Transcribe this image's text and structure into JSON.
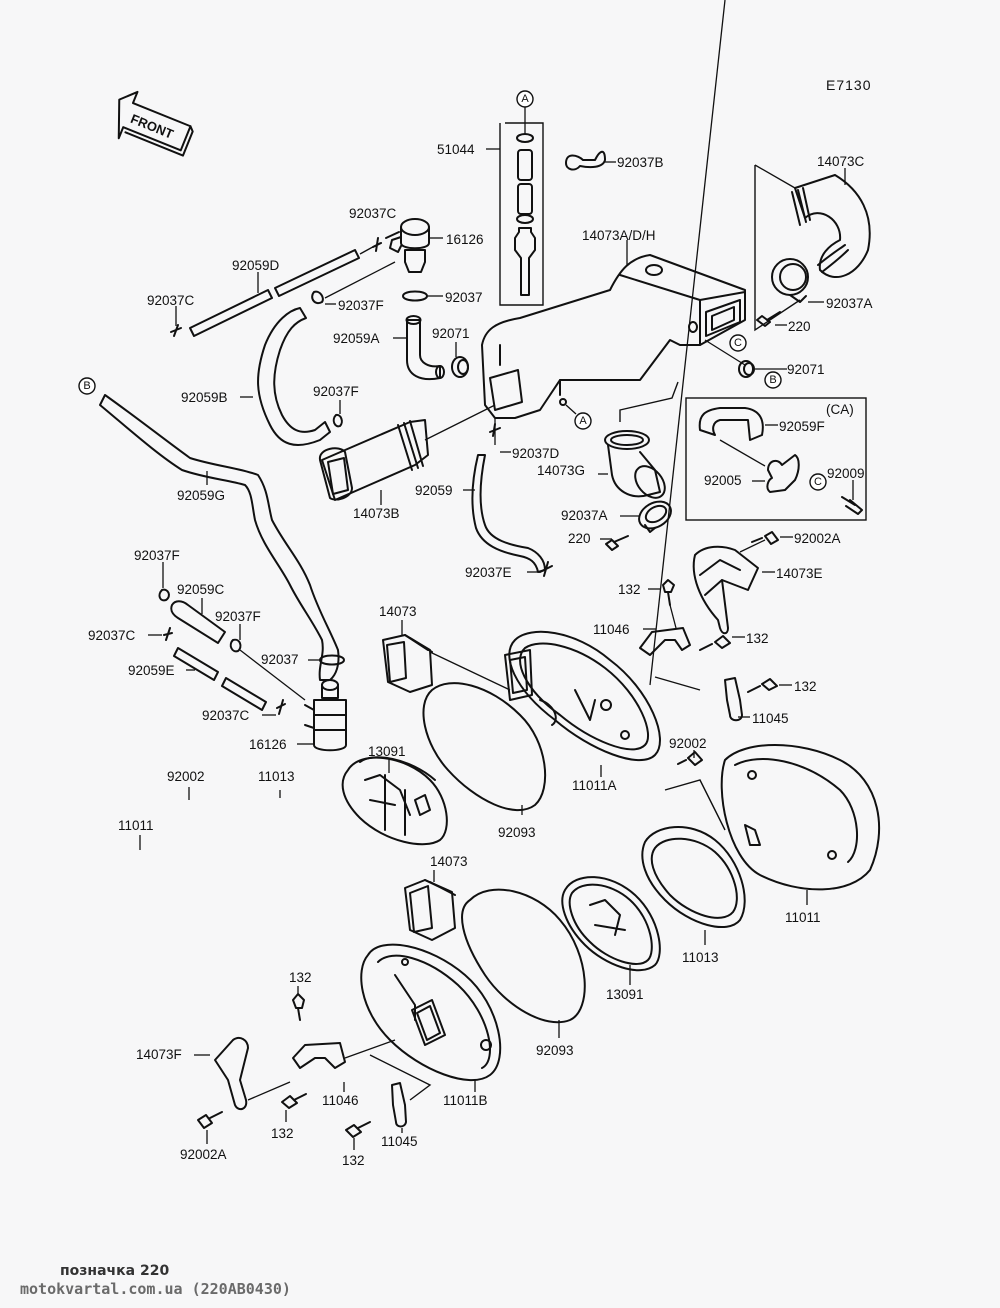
{
  "diagram": {
    "code": "E7130",
    "front_label": "FRONT",
    "variant_box_label": "(CA)",
    "ref_markers": [
      "A",
      "B",
      "C"
    ],
    "callouts": {
      "c51044": "51044",
      "c92037B": "92037B",
      "c14073C": "14073C",
      "c92037C_top": "92037C",
      "c16126_top": "16126",
      "c14073ADH": "14073A/D/H",
      "c92059D": "92059D",
      "c92037C_left": "92037C",
      "c92037F_top": "92037F",
      "c92037_top": "92037",
      "c92037A_top": "92037A",
      "c220_top": "220",
      "c92059A": "92059A",
      "c92071_left": "92071",
      "c92071_right": "92071",
      "c92059B": "92059B",
      "c92037F_mid": "92037F",
      "c92059F": "92059F",
      "c92037D": "92037D",
      "c14073G": "14073G",
      "c92005": "92005",
      "c92009": "92009",
      "c14073B": "14073B",
      "c92059": "92059",
      "c92059G": "92059G",
      "c92037A_mid": "92037A",
      "c220_mid": "220",
      "c92002A_top": "92002A",
      "c92037E": "92037E",
      "c14073E": "14073E",
      "c92037F_low1": "92037F",
      "c92059C": "92059C",
      "c132_a": "132",
      "c14073_top": "14073",
      "c92037F_low2": "92037F",
      "c11046_top": "11046",
      "c132_b": "132",
      "c92037C_low1": "92037C",
      "c92037_low": "92037",
      "c132_c": "132",
      "c92059E": "92059E",
      "c92037C_low2": "92037C",
      "c11045_top": "11045",
      "c16126_low": "16126",
      "c13091_top": "13091",
      "c92002_right": "92002",
      "c11011A": "11011A",
      "c92002_left": "92002",
      "c11013_left": "11013",
      "c11011_left": "11011",
      "c92093_top": "92093",
      "c14073_low": "14073",
      "c11011_right": "11011",
      "c11013_right": "11013",
      "c13091_low": "13091",
      "c132_d": "132",
      "c92093_low": "92093",
      "c14073F": "14073F",
      "c11046_low": "11046",
      "c11011B": "11011B",
      "c132_e": "132",
      "c11045_low": "11045",
      "c92002A_low": "92002A",
      "c132_f": "132"
    }
  },
  "footer": {
    "caption": "позначка 220",
    "site": "motokvartal.com.ua (220AB0430)"
  }
}
